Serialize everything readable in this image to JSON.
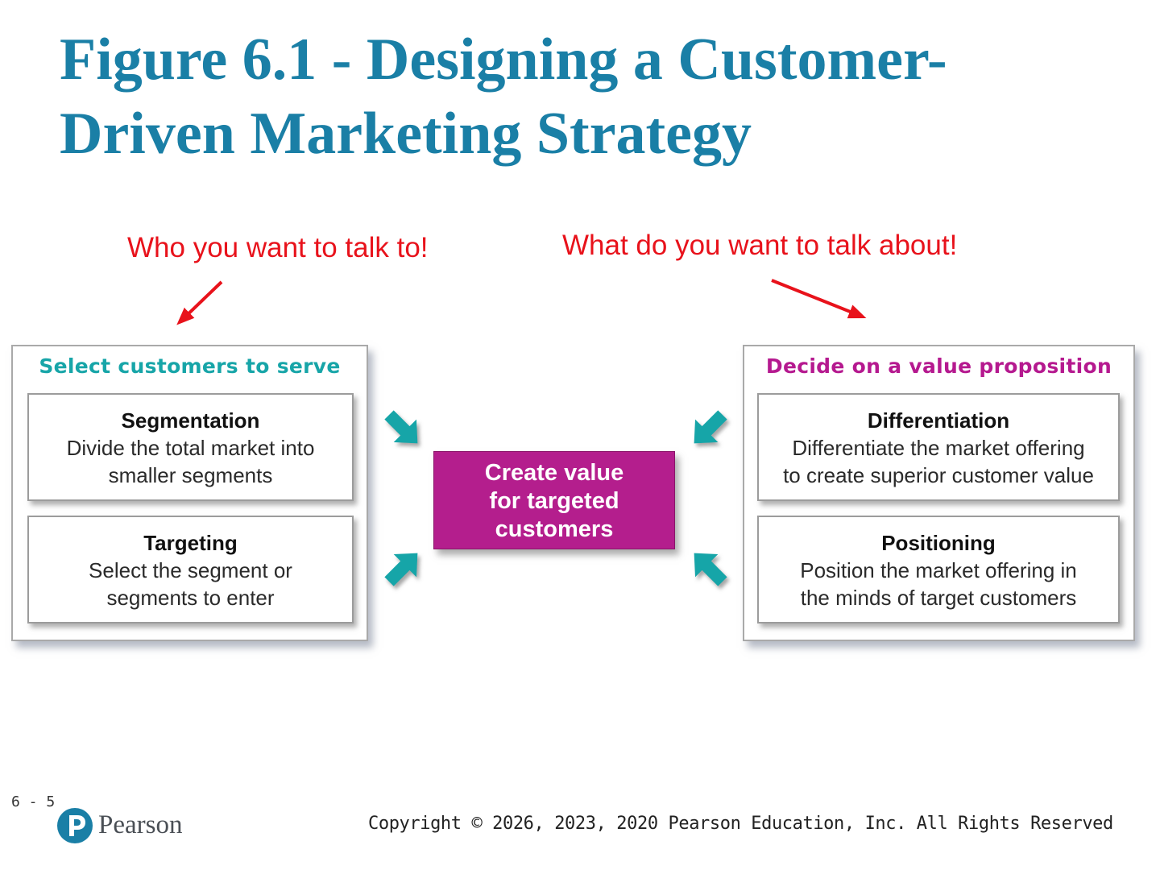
{
  "slide": {
    "title_line1": "Figure 6.1 - Designing a Customer-",
    "title_line2": "Driven Marketing Strategy",
    "page_number": "6 - 5"
  },
  "annotations": {
    "left": "Who you want to talk to!",
    "right": "What do you want to talk about!"
  },
  "left_group": {
    "heading": "Select customers to serve",
    "segmentation": {
      "title": "Segmentation",
      "desc_line1": "Divide the total market into",
      "desc_line2": "smaller segments"
    },
    "targeting": {
      "title": "Targeting",
      "desc_line1": "Select the segment or",
      "desc_line2": "segments to enter"
    }
  },
  "center": {
    "line1": "Create value",
    "line2": "for targeted",
    "line3": "customers"
  },
  "right_group": {
    "heading": "Decide on a value proposition",
    "differentiation": {
      "title": "Differentiation",
      "desc_line1": "Differentiate the market offering",
      "desc_line2": "to create superior customer value"
    },
    "positioning": {
      "title": "Positioning",
      "desc_line1": "Position the market offering in",
      "desc_line2": "the minds of target customers"
    }
  },
  "footer": {
    "logo_word": "Pearson",
    "copyright": "Copyright © 2026, 2023, 2020 Pearson Education, Inc. All Rights Reserved"
  },
  "colors": {
    "title": "#1a7fa6",
    "annotation": "#e8121b",
    "teal_arrow": "#17a5a8",
    "left_heading": "#17a5a8",
    "right_heading": "#b5198f",
    "center_box": "#b41e8d",
    "logo": "#1a7fa6"
  }
}
